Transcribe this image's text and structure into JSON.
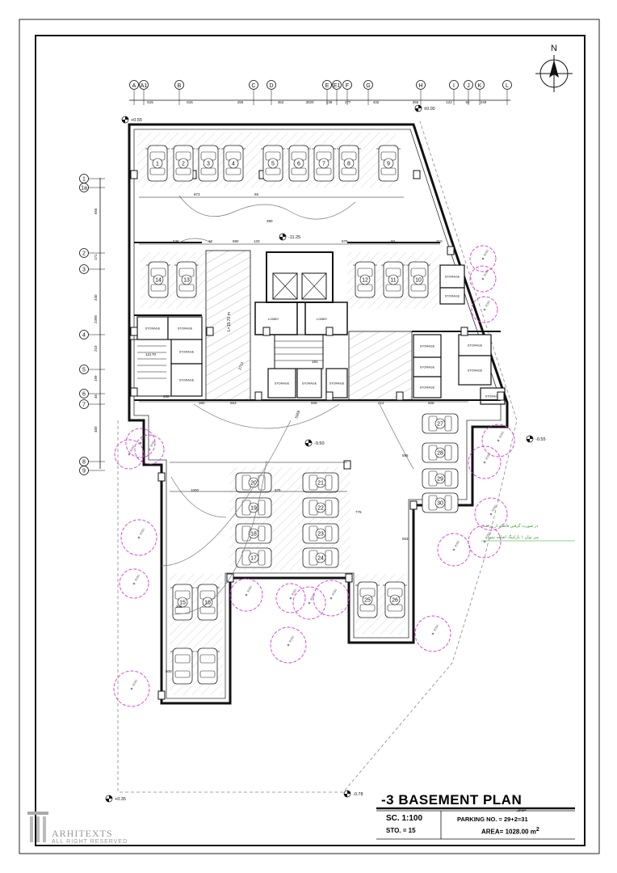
{
  "title": {
    "plan_name": "-3 BASEMENT PLAN",
    "scale": "SC. 1:100",
    "parking": "PARKING NO. = 29+2=31",
    "parking_note": "موتور",
    "storey": "STO. = 15",
    "area": "AREA= 1028.00 m",
    "area_sup": "2"
  },
  "north": "N",
  "grid_top": [
    "A",
    "A1",
    "B",
    "C",
    "D",
    "E",
    "E1",
    "F",
    "G",
    "H",
    "I",
    "J",
    "K",
    "L"
  ],
  "grid_top_dims": [
    "515",
    "615",
    "155",
    "452",
    "3020",
    "138",
    "177",
    "432",
    "255",
    "122",
    "62",
    "249"
  ],
  "grid_left": [
    "1",
    "1a",
    "2",
    "3",
    "4",
    "5",
    "6",
    "7",
    "8",
    "9"
  ],
  "grid_left_dims": [
    "655",
    "171",
    "340",
    "2395",
    "210",
    "199",
    "46",
    "460"
  ],
  "levels": [
    "+0.55",
    "±0.00",
    "-11.25",
    "-9.50",
    "-0.55",
    "+0.35",
    "-0.78"
  ],
  "parking_spaces": [
    "1",
    "2",
    "3",
    "4",
    "5",
    "6",
    "7",
    "8",
    "9",
    "10",
    "11",
    "12",
    "13",
    "14",
    "15",
    "16",
    "17",
    "18",
    "19",
    "20",
    "21",
    "22",
    "23",
    "24",
    "25",
    "26",
    "27",
    "28",
    "29",
    "30"
  ],
  "room_labels": {
    "storage": "STORAGE",
    "lobby": "LOBBY"
  },
  "ramp_label": "L=15.70 m",
  "ramp_dims": [
    "2713",
    "5059"
  ],
  "dims_misc": [
    "873",
    "55",
    "380",
    "536",
    "10",
    "590",
    "133",
    "675",
    "60",
    "310",
    "360",
    "563",
    "509",
    "212",
    "505",
    "1000",
    "875",
    "775",
    "595",
    "563",
    "200",
    "500",
    "181",
    "121",
    "70",
    "260"
  ],
  "tree_label": "R350",
  "persian_note_1": "در صورت گرفتن فاصله از درخت",
  "persian_note_2": "می توان ۱ پارکینگ اضافه نمود",
  "logo": "ARHITEXTS",
  "logo_sub": "ALL RIGHT RESERVED",
  "colors": {
    "line": "#111111",
    "tree": "#d63bd6",
    "note": "#2a9d2a",
    "logo": "#9a9a9a"
  }
}
